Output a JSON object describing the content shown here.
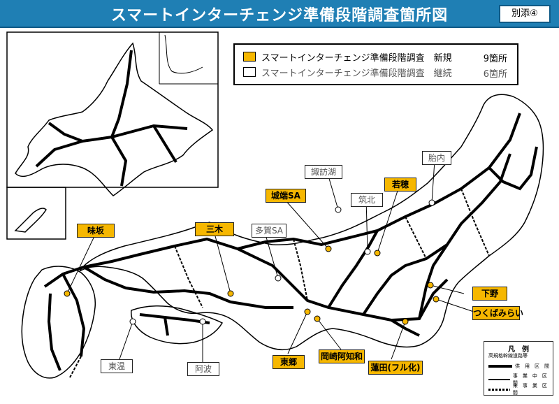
{
  "title": "スマートインターチェンジ準備段階調査箇所図",
  "badge": "別添④",
  "legend": {
    "new": {
      "label": "スマートインターチェンジ準備段階調査　新規",
      "count": "9箇所",
      "color": "#f6b700"
    },
    "continue": {
      "label": "スマートインターチェンジ準備段階調査　継続",
      "count": "6箇所",
      "color": "#ffffff"
    }
  },
  "new_sites": {
    "misumi": "三木",
    "ajisaka": "味坂",
    "shirobata": "城端SA",
    "wakaho": "若穂",
    "shimotsuke": "下野",
    "tsukuba": "つくばみらい",
    "togo": "東郷",
    "okazaki": "岡崎阿知和",
    "hasuda": "蓮田(フル化)"
  },
  "continue_sites": {
    "suwako": "諏訪湖",
    "chikuhoku": "筑北",
    "tainai": "胎内",
    "taga": "多賀SA",
    "toon": "東温",
    "awa": "阿波"
  },
  "key": {
    "title": "凡　例",
    "subtitle": "高規格幹線道路等",
    "rows": [
      "供　用　区　間",
      "事　業　中　区　間",
      "未　事　業　区　間"
    ]
  },
  "colors": {
    "title_bg": "#1f7fb4",
    "new": "#f6b700",
    "road": "#000000"
  }
}
